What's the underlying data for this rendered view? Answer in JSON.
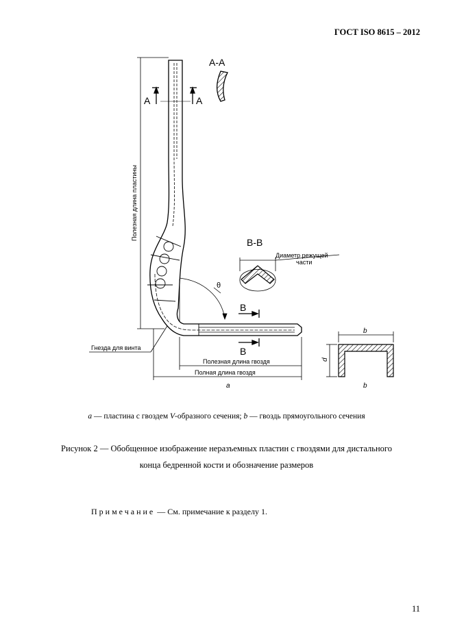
{
  "header": {
    "standard": "ГОСТ ISO 8615 – 2012"
  },
  "figure": {
    "section_aa": "А-А",
    "cut_a_left": "А",
    "cut_a_right": "А",
    "plate_useful_length": "Полезная длина пластины",
    "section_bb": "В-В",
    "cutting_diameter_line1": "Диаметр режущей",
    "cutting_diameter_line2": "части",
    "theta": "θ",
    "cut_b_top": "В",
    "cut_b_bottom": "В",
    "screw_slots": "Гнезда для винта",
    "nail_useful_length": "Полезная длина гвоздя",
    "nail_full_length": "Полная длина гвоздя",
    "label_a": "а",
    "label_b_width": "b",
    "label_d": "d",
    "label_b": "b"
  },
  "legend": {
    "a_key": "а",
    "a_text": " — пластина с гвоздем ",
    "a_v": "V",
    "a_text2": "-образного сечения; ",
    "b_key": "b",
    "b_text": " — гвоздь прямоугольного сечения"
  },
  "caption": {
    "line1": "Рисунок 2 — Обобщенное изображение неразъемных пластин с гвоздями для дистального",
    "line2": "конца бедренной кости и обозначение размеров"
  },
  "note": {
    "label": "Примечание",
    "text": " — См. примечание к разделу 1."
  },
  "page_number": "11"
}
